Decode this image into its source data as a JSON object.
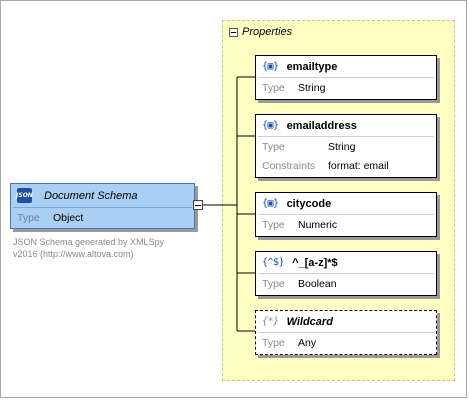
{
  "root": {
    "title": "Document Schema",
    "type_label": "Type",
    "type_value": "Object"
  },
  "note": {
    "line1": "JSON Schema generated by XMLSpy",
    "line2": "v2016 (http://www.altova.com)"
  },
  "properties_label": "Properties",
  "nodes": [
    {
      "icon": "{▣}",
      "name": "emailtype",
      "rows": [
        {
          "k": "Type",
          "v": "String"
        }
      ]
    },
    {
      "icon": "{▣}",
      "name": "emailaddress",
      "rows": [
        {
          "k": "Type",
          "v": "String"
        },
        {
          "k": "Constraints",
          "v": "format: email"
        }
      ]
    },
    {
      "icon": "{▣}",
      "name": "citycode",
      "rows": [
        {
          "k": "Type",
          "v": "Numeric"
        }
      ]
    },
    {
      "icon": "{^$}",
      "name": "^_[a-z]*$",
      "rows": [
        {
          "k": "Type",
          "v": "Boolean"
        }
      ]
    },
    {
      "icon": "{*}",
      "name": "Wildcard",
      "rows": [
        {
          "k": "Type",
          "v": "Any"
        }
      ]
    }
  ],
  "colors": {
    "root_fill": "#a9cff4",
    "properties_fill": "#ffffc4",
    "icon_blue": "#1a4fb0"
  }
}
